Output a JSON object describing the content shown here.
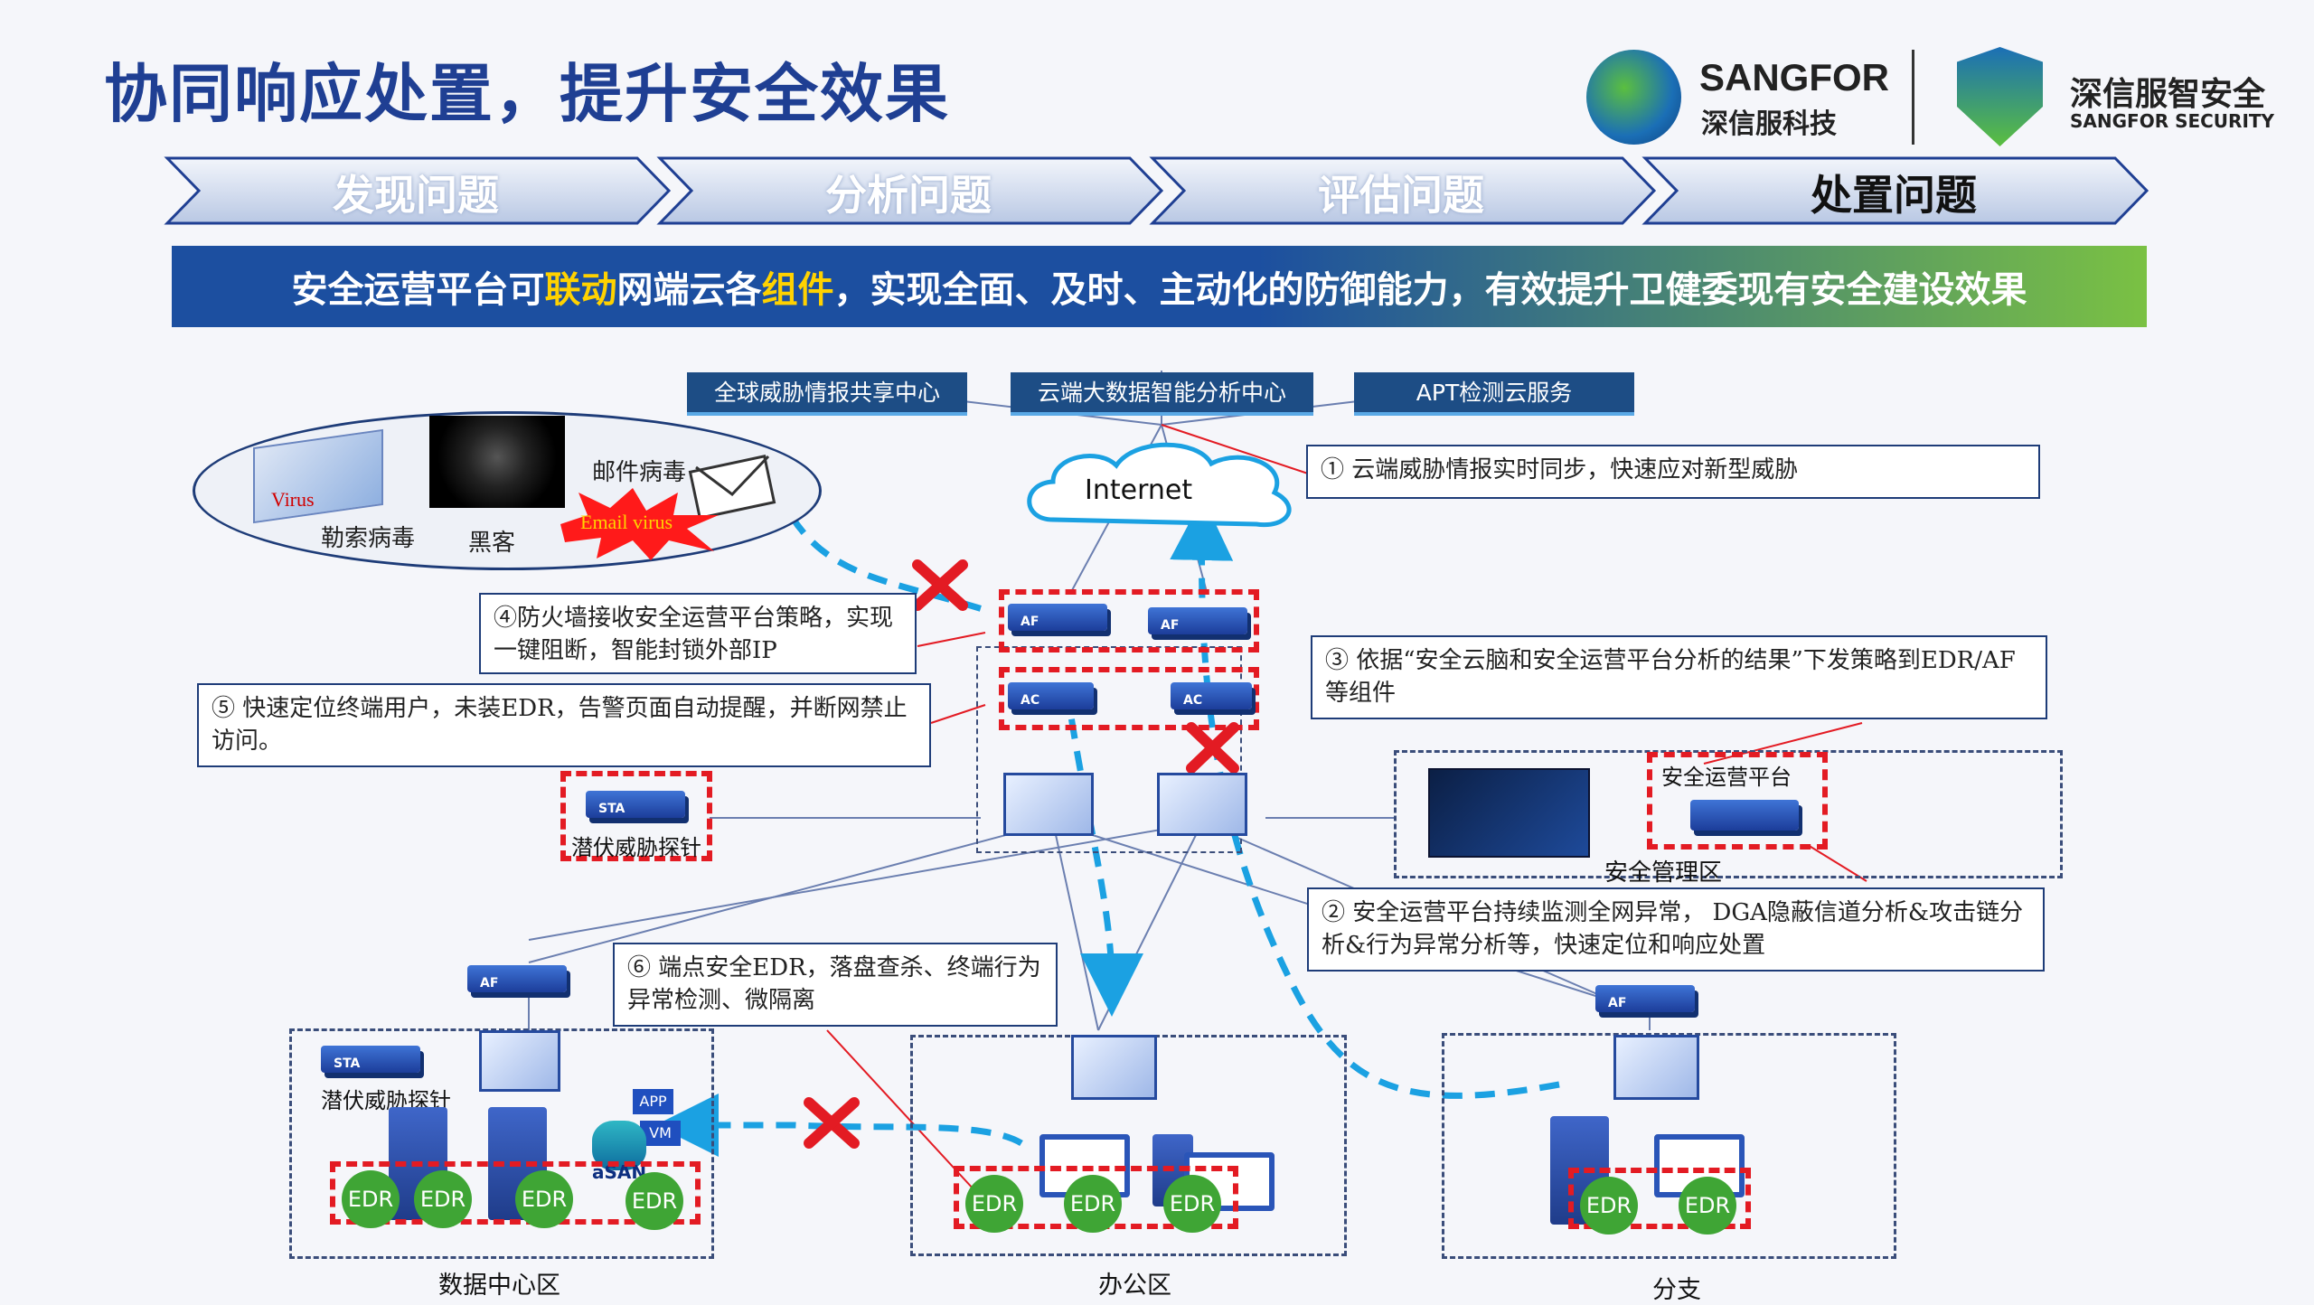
{
  "title": "协同响应处置，提升安全效果",
  "brand": {
    "sangfor_en": "SANGFOR",
    "sangfor_cn": "深信服科技",
    "security_cn": "深信服智安全",
    "security_en": "SANGFOR SECURITY"
  },
  "steps": [
    "发现问题",
    "分析问题",
    "评估问题",
    "处置问题"
  ],
  "banner": {
    "part1": "安全运营平台可",
    "hl1": "联动",
    "part2": "网端云各",
    "hl2": "组件",
    "part3": "，实现全面、及时、主动化的防御能力，有效提升卫健委现有安全建设效果"
  },
  "cloud_services": [
    "全球威胁情报共享中心",
    "云端大数据智能分析中心",
    "APT检测云服务"
  ],
  "internet": "Internet",
  "threats": {
    "ransomware_label": "勒索病毒",
    "hacker_label": "黑客",
    "mail_virus_label": "邮件病毒",
    "virus_tag": "Virus",
    "email_virus_tag": "Email virus"
  },
  "callouts": {
    "c1": "① 云端威胁情报实时同步，快速应对新型威胁",
    "c2": "② 安全运营平台持续监测全网异常， DGA隐蔽信道分析&攻击链分析&行为异常分析等，快速定位和响应处置",
    "c3": "③ 依据“安全云脑和安全运营平台分析的结果”下发策略到EDR/AF等组件",
    "c4": "④防火墙接收安全运营平台策略，实现一键阻断，智能封锁外部IP",
    "c5": "⑤ 快速定位终端用户，未装EDR，告警页面自动提醒，并断网禁止访问。",
    "c6": "⑥  端点安全EDR，落盘查杀、终端行为异常检测、微隔离"
  },
  "devices": {
    "af": "AF",
    "ac": "AC",
    "sta": "STA",
    "app": "APP",
    "vm": "VM",
    "asan": "aSAN"
  },
  "zones": {
    "sta_label": "潜伏威胁探针",
    "mgmt_label": "安全管理区",
    "platform_label": "安全运营平台",
    "dc_label": "数据中心区",
    "dc_sta_label": "潜伏威胁探针",
    "office_label": "办公区",
    "branch_label": "分支"
  },
  "edr_label": "EDR",
  "colors": {
    "title": "#1f3f93",
    "banner_start": "#1c4fa0",
    "banner_end": "#7ac143",
    "highlight": "#ffd200",
    "red": "#e31b23",
    "edr_green": "#3fa535",
    "flow_blue": "#1ba1e2"
  }
}
